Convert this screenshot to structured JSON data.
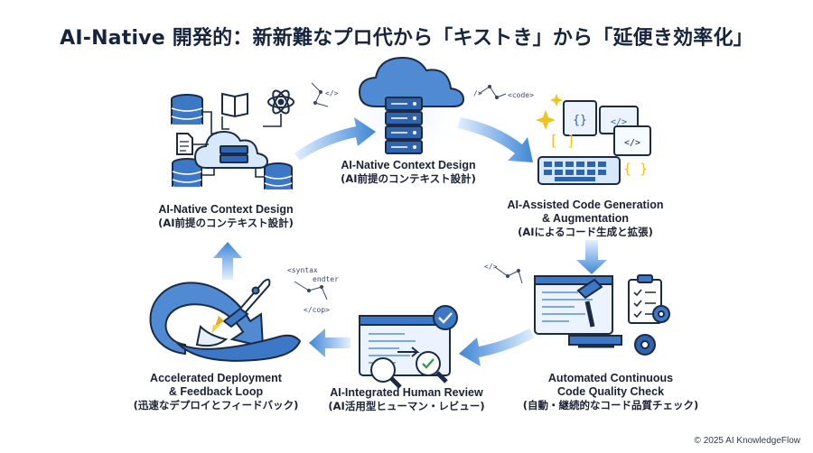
{
  "title": "AI-Native 開発的：新新難なプロ代から「キストき」から「延便き効率化」",
  "stages": [
    {
      "en": "AI-Native Context Design",
      "jp": "(AI前提のコンテキスト設計)"
    },
    {
      "en": "AI-Native Context Design",
      "jp": "(AI前提のコンテキスト設計)"
    },
    {
      "en": "AI-Assisted Code Generation",
      "en2": "& Augmentation",
      "jp": "(AIによるコード生成と拡張)"
    },
    {
      "en": "Automated Continuous",
      "en2": "Code Quality Check",
      "jp": "(自動・継続的なコード品質チェック)"
    },
    {
      "en": "AI-Integrated Human Review",
      "jp": "(AI活用型ヒューマン・レビュー)"
    },
    {
      "en": "Accelerated Deployment",
      "en2": "& Feedback Loop",
      "jp": "(迅速なデプロイとフィードバック)"
    }
  ],
  "snippets": {
    "a": "</>",
    "b": "<code>",
    "c": "<syntax",
    "d": "endter",
    "e": "</cop>",
    "f": "/>",
    "g": "</>"
  },
  "copyright": "© 2025 AI KnowledgeFlow",
  "colors": {
    "ink": "#1b2a45",
    "accent": "#3d7fd0",
    "light": "#dbe9f8",
    "arrow": "#5da2e6",
    "yellow": "#f2c21c"
  }
}
